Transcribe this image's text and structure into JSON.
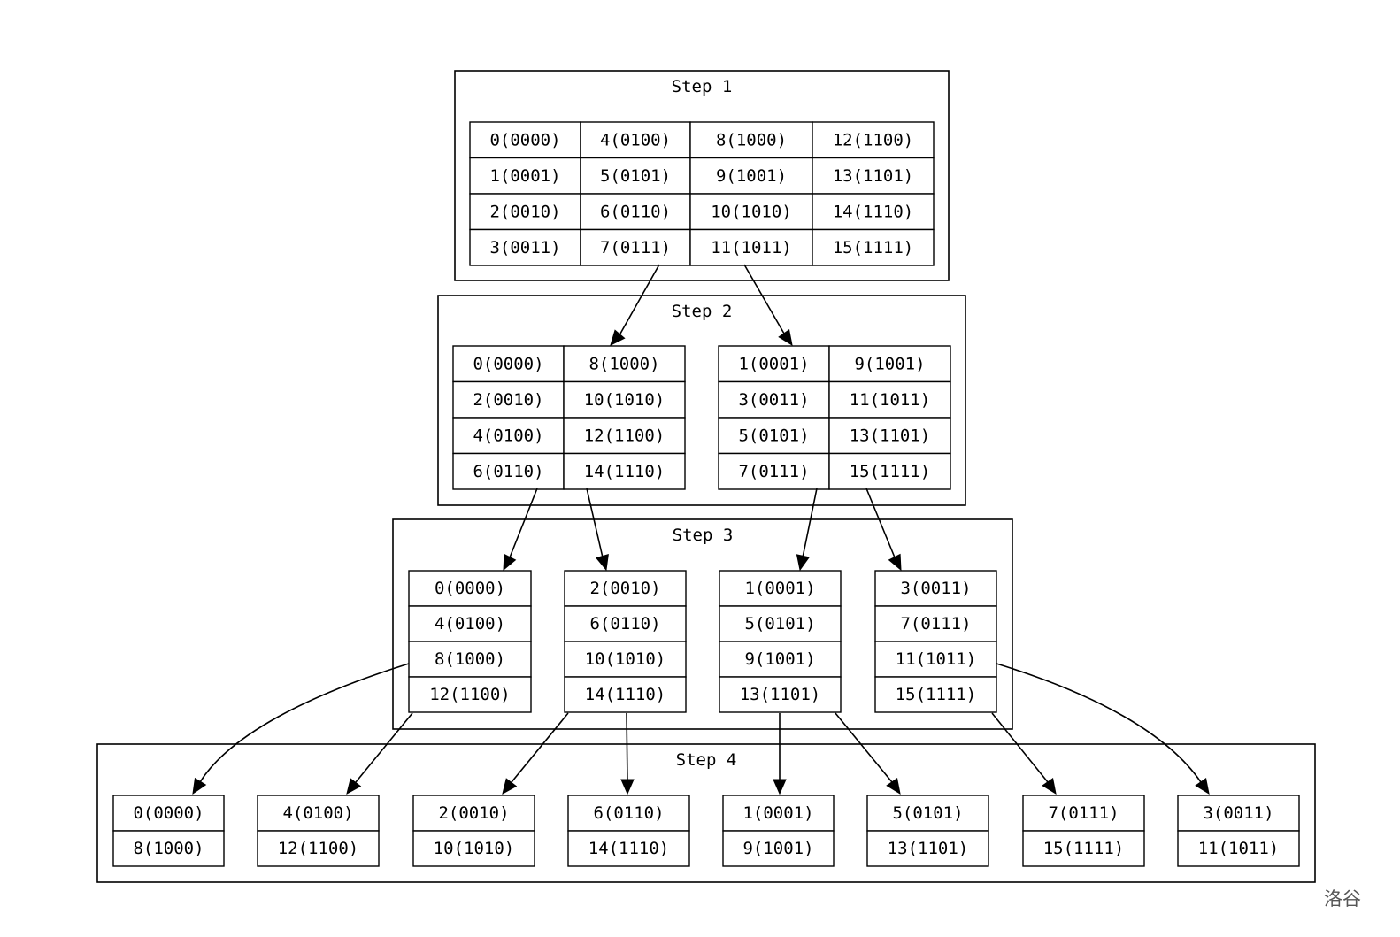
{
  "clusters": [
    {
      "title": "Step 1",
      "groups": [
        {
          "rows": [
            [
              "0(0000)",
              "4(0100)",
              "8(1000)",
              "12(1100)"
            ],
            [
              "1(0001)",
              "5(0101)",
              "9(1001)",
              "13(1101)"
            ],
            [
              "2(0010)",
              "6(0110)",
              "10(1010)",
              "14(1110)"
            ],
            [
              "3(0011)",
              "7(0111)",
              "11(1011)",
              "15(1111)"
            ]
          ]
        }
      ]
    },
    {
      "title": "Step 2",
      "groups": [
        {
          "rows": [
            [
              "0(0000)",
              "8(1000)"
            ],
            [
              "2(0010)",
              "10(1010)"
            ],
            [
              "4(0100)",
              "12(1100)"
            ],
            [
              "6(0110)",
              "14(1110)"
            ]
          ]
        },
        {
          "rows": [
            [
              "1(0001)",
              "9(1001)"
            ],
            [
              "3(0011)",
              "11(1011)"
            ],
            [
              "5(0101)",
              "13(1101)"
            ],
            [
              "7(0111)",
              "15(1111)"
            ]
          ]
        }
      ]
    },
    {
      "title": "Step 3",
      "groups": [
        {
          "rows": [
            [
              "0(0000)"
            ],
            [
              "4(0100)"
            ],
            [
              "8(1000)"
            ],
            [
              "12(1100)"
            ]
          ]
        },
        {
          "rows": [
            [
              "2(0010)"
            ],
            [
              "6(0110)"
            ],
            [
              "10(1010)"
            ],
            [
              "14(1110)"
            ]
          ]
        },
        {
          "rows": [
            [
              "1(0001)"
            ],
            [
              "5(0101)"
            ],
            [
              "9(1001)"
            ],
            [
              "13(1101)"
            ]
          ]
        },
        {
          "rows": [
            [
              "3(0011)"
            ],
            [
              "7(0111)"
            ],
            [
              "11(1011)"
            ],
            [
              "15(1111)"
            ]
          ]
        }
      ]
    },
    {
      "title": "Step 4",
      "groups": [
        {
          "rows": [
            [
              "0(0000)"
            ],
            [
              "8(1000)"
            ]
          ]
        },
        {
          "rows": [
            [
              "4(0100)"
            ],
            [
              "12(1100)"
            ]
          ]
        },
        {
          "rows": [
            [
              "2(0010)"
            ],
            [
              "10(1010)"
            ]
          ]
        },
        {
          "rows": [
            [
              "6(0110)"
            ],
            [
              "14(1110)"
            ]
          ]
        },
        {
          "rows": [
            [
              "1(0001)"
            ],
            [
              "9(1001)"
            ]
          ]
        },
        {
          "rows": [
            [
              "5(0101)"
            ],
            [
              "13(1101)"
            ]
          ]
        },
        {
          "rows": [
            [
              "7(0111)"
            ],
            [
              "15(1111)"
            ]
          ]
        },
        {
          "rows": [
            [
              "3(0011)"
            ],
            [
              "11(1011)"
            ]
          ]
        }
      ]
    }
  ],
  "watermark": "洛谷"
}
